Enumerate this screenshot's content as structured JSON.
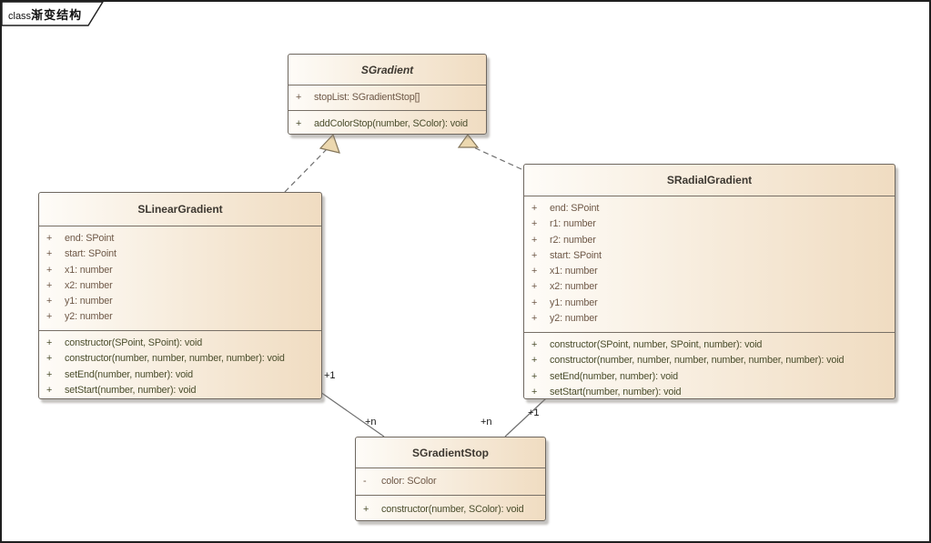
{
  "frame": {
    "keyword": "class",
    "name": "渐变结构"
  },
  "classes": {
    "sgradient": {
      "name": "SGradient",
      "abstract": true,
      "attributes": [
        {
          "vis": "+",
          "text": "stopList: SGradientStop[]"
        }
      ],
      "operations": [
        {
          "vis": "+",
          "text": "addColorStop(number, SColor): void"
        }
      ]
    },
    "slineargradient": {
      "name": "SLinearGradient",
      "abstract": false,
      "attributes": [
        {
          "vis": "+",
          "text": "end: SPoint"
        },
        {
          "vis": "+",
          "text": "start: SPoint"
        },
        {
          "vis": "+",
          "text": "x1: number"
        },
        {
          "vis": "+",
          "text": "x2: number"
        },
        {
          "vis": "+",
          "text": "y1: number"
        },
        {
          "vis": "+",
          "text": "y2: number"
        }
      ],
      "operations": [
        {
          "vis": "+",
          "text": "constructor(SPoint, SPoint): void"
        },
        {
          "vis": "+",
          "text": "constructor(number, number, number, number): void"
        },
        {
          "vis": "+",
          "text": "setEnd(number, number): void"
        },
        {
          "vis": "+",
          "text": "setStart(number, number): void"
        }
      ]
    },
    "sradialgradient": {
      "name": "SRadialGradient",
      "abstract": false,
      "attributes": [
        {
          "vis": "+",
          "text": "end: SPoint"
        },
        {
          "vis": "+",
          "text": "r1: number"
        },
        {
          "vis": "+",
          "text": "r2: number"
        },
        {
          "vis": "+",
          "text": "start: SPoint"
        },
        {
          "vis": "+",
          "text": "x1: number"
        },
        {
          "vis": "+",
          "text": "x2: number"
        },
        {
          "vis": "+",
          "text": "y1: number"
        },
        {
          "vis": "+",
          "text": "y2: number"
        }
      ],
      "operations": [
        {
          "vis": "+",
          "text": "constructor(SPoint, number, SPoint, number): void"
        },
        {
          "vis": "+",
          "text": "constructor(number, number, number, number, number, number): void"
        },
        {
          "vis": "+",
          "text": "setEnd(number, number): void"
        },
        {
          "vis": "+",
          "text": "setStart(number, number): void"
        }
      ]
    },
    "sgradientstop": {
      "name": "SGradientStop",
      "abstract": false,
      "attributes": [
        {
          "vis": "-",
          "text": "color: SColor"
        }
      ],
      "operations": [
        {
          "vis": "+",
          "text": "constructor(number, SColor): void"
        }
      ]
    }
  },
  "relations": {
    "linear_to_stop": {
      "source_mult": "+1",
      "target_mult": "+n"
    },
    "radial_to_stop": {
      "source_mult": "+1",
      "target_mult": "+n"
    }
  },
  "colors": {
    "box_gradient_start": "#fefcf8",
    "box_gradient_end": "#f0dcc1",
    "box_border": "#6e675f",
    "attribute_text": "#6e5847",
    "operation_text": "#4a4d2c",
    "connector": "#6f6f6f",
    "arrowhead_fill": "#ecd8af"
  }
}
